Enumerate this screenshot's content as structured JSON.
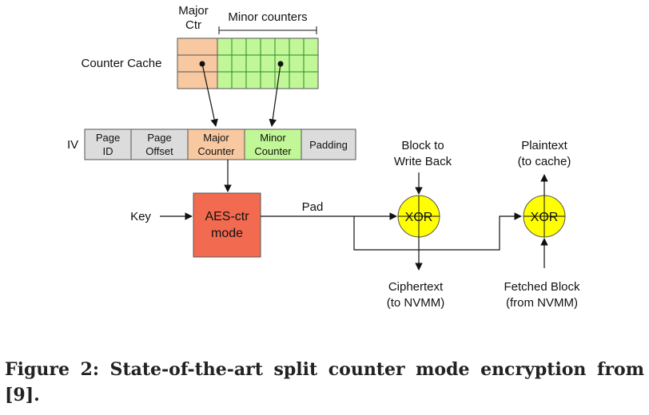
{
  "labels": {
    "major_ctr_line1": "Major",
    "major_ctr_line2": "Ctr",
    "minor_counters": "Minor counters",
    "counter_cache": "Counter Cache",
    "iv": "IV",
    "key": "Key",
    "pad": "Pad",
    "block_write_back_line1": "Block to",
    "block_write_back_line2": "Write Back",
    "plaintext_line1": "Plaintext",
    "plaintext_line2": "(to cache)",
    "ciphertext_line1": "Ciphertext",
    "ciphertext_line2": "(to NVMM)",
    "fetched_line1": "Fetched Block",
    "fetched_line2": "(from NVMM)"
  },
  "iv_fields": [
    {
      "line1": "Page",
      "line2": "ID"
    },
    {
      "line1": "Page",
      "line2": "Offset"
    },
    {
      "line1": "Major",
      "line2": "Counter"
    },
    {
      "line1": "Minor",
      "line2": "Counter"
    },
    {
      "line1": "Padding",
      "line2": ""
    }
  ],
  "aes": {
    "line1": "AES-ctr",
    "line2": "mode"
  },
  "xor_label": "XOR",
  "colors": {
    "major": "#f8c8a0",
    "minor": "#c2f797",
    "minor_grid": "#2a8a2a",
    "iv_field": "#dcdcdc",
    "aes": "#f26a4f",
    "xor": "#ffff00"
  },
  "caption": "Figure 2: State-of-the-art split counter mode encryption from [9]."
}
